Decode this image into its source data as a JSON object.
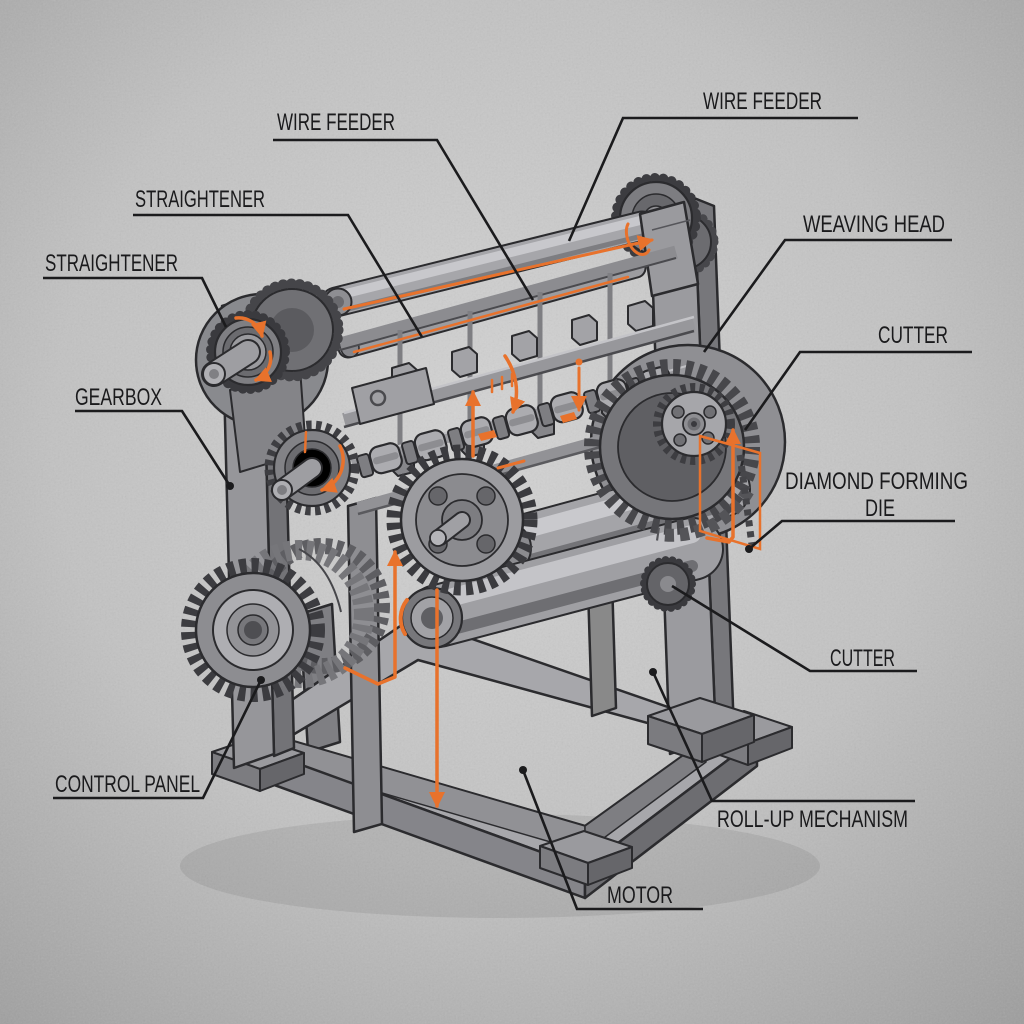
{
  "diagram": {
    "labels": {
      "wire_feeder_left": "WIRE FEEDER",
      "wire_feeder_right": "WIRE FEEDER",
      "straightener_upper": "STRAIGHTENER",
      "straightener_lower": "STRAIGHTENER",
      "gearbox": "GEARBOX",
      "weaving_head": "WEAVING HEAD",
      "cutter_upper": "CUTTER",
      "diamond_forming_die": {
        "line1": "DIAMOND FORMING",
        "line2": "DIE"
      },
      "cutter_lower": "CUTTER",
      "control_panel": "CONTROL PANEL",
      "roll_up_mechanism": "ROLL-UP MECHANISM",
      "motor": "MOTOR"
    },
    "colors": {
      "accent_orange": "#E8722C",
      "ink": "#1B1B1D",
      "paper_gray": "#C6C6C6",
      "machine_gray": "#9C9CA0"
    }
  }
}
